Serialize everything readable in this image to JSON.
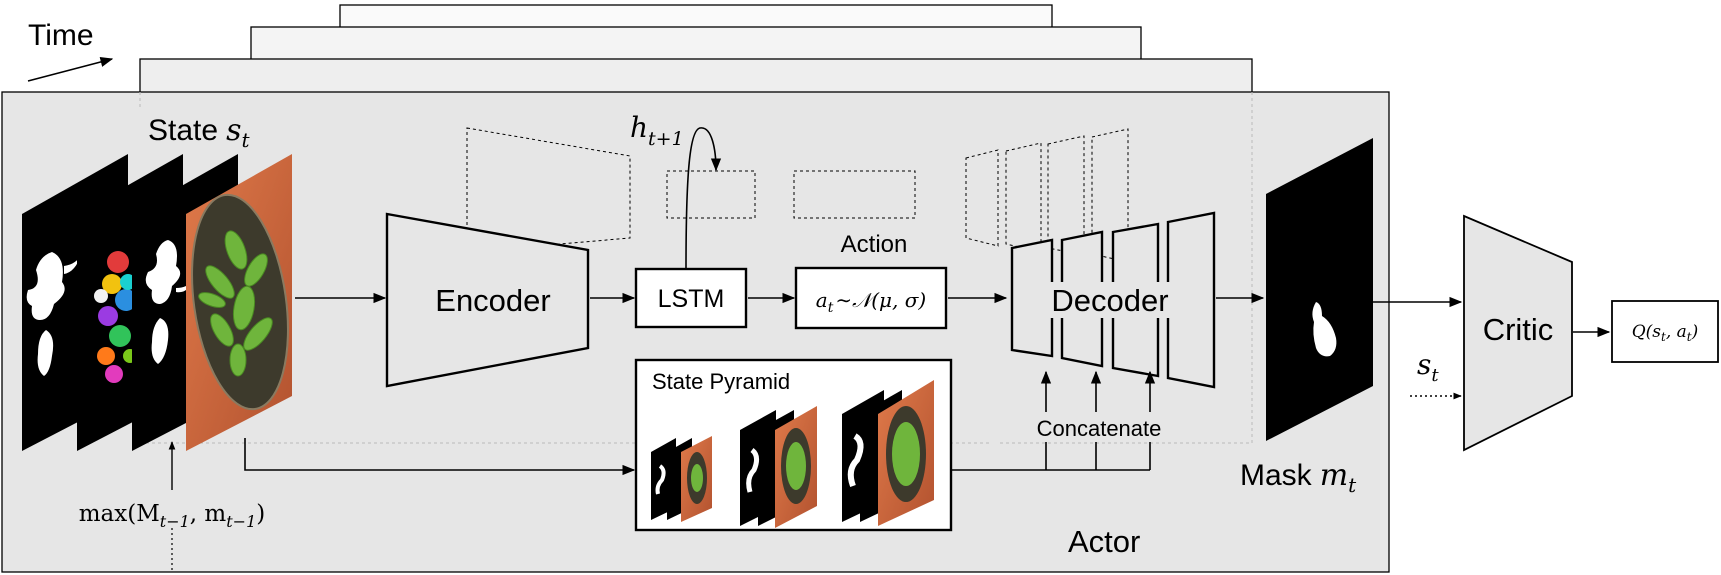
{
  "time": {
    "label": "Time"
  },
  "state": {
    "label": "State",
    "symbol": "s",
    "sub": "t"
  },
  "encoder": {
    "label": "Encoder"
  },
  "lstm": {
    "label": "LSTM",
    "hidden_symbol": "h",
    "hidden_sub": "t+1"
  },
  "action": {
    "title": "Action",
    "a": "a",
    "a_sub": "t",
    "rel": "∼",
    "dist": "𝒩(μ, σ)"
  },
  "decoder": {
    "label": "Decoder"
  },
  "pyramid": {
    "label": "State Pyramid"
  },
  "concat": {
    "label": "Concatenate"
  },
  "mask": {
    "label": "Mask",
    "symbol": "m",
    "sub": "t"
  },
  "critic": {
    "label": "Critic",
    "input_symbol": "s",
    "input_sub": "t",
    "q_open": "Q(s",
    "q_s_sub": "t",
    "q_mid": ", a",
    "q_a_sub": "t",
    "q_close": ")"
  },
  "prev_mask": {
    "max_open": "max(M",
    "sub1": "t−1",
    "comma": ", m",
    "sub2": "t−1",
    "close": ")"
  },
  "actor": {
    "label": "Actor"
  },
  "colors": {
    "panel": "#e6e6e6",
    "box_fill": "#ffffff",
    "leaf_green": "#6fb53c",
    "pot_orange": "#c8603a"
  }
}
